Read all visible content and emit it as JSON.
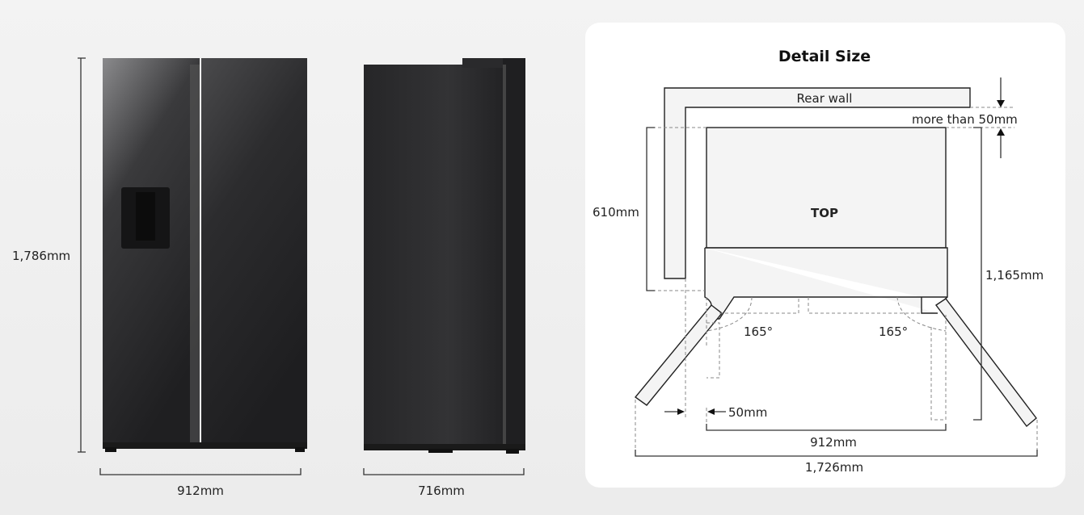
{
  "front_view": {
    "height_label": "1,786mm",
    "width_label": "912mm"
  },
  "side_view": {
    "depth_label": "716mm"
  },
  "detail": {
    "title": "Detail Size",
    "rear_wall_label": "Rear wall",
    "rear_clearance_label": "more than 50mm",
    "top_label": "TOP",
    "depth_label": "610mm",
    "door_open_depth_label": "1,165mm",
    "left_angle_label": "165°",
    "right_angle_label": "165°",
    "side_clearance_label": "50mm",
    "width_label": "912mm",
    "open_width_label": "1,726mm"
  },
  "colors": {
    "fridge": "#2b2b2d",
    "card": "#ffffff"
  }
}
